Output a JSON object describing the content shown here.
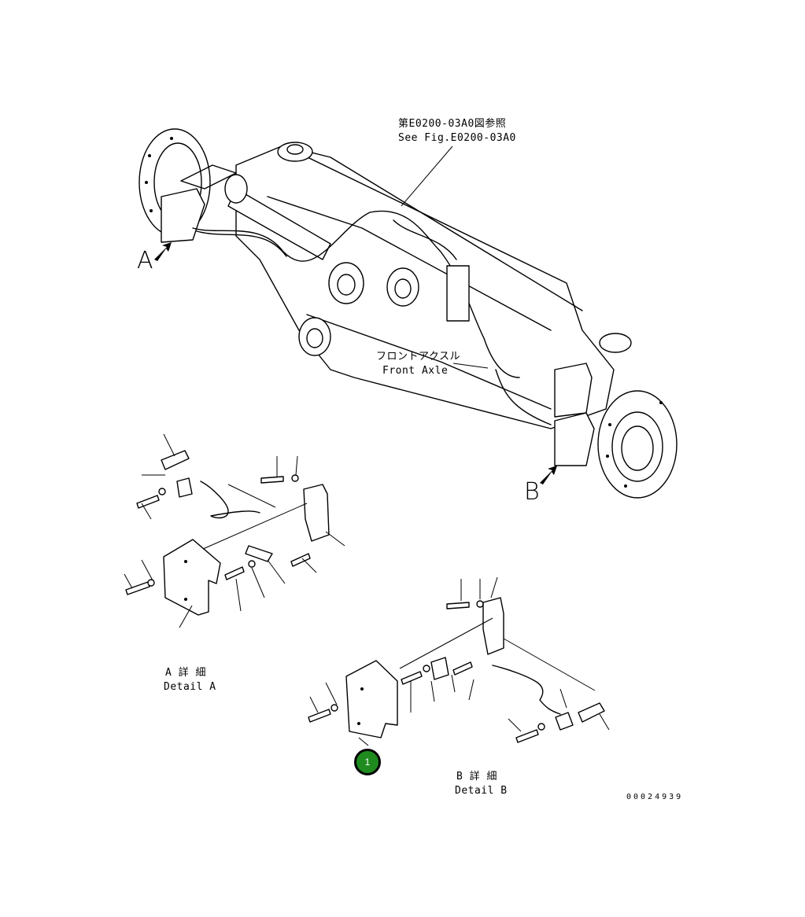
{
  "labels": {
    "ref_jp": "第E0200-03A0図参照",
    "ref_en": "See Fig.E0200-03A0",
    "axle_jp": "フロントアクスル",
    "axle_en": "Front Axle",
    "view_a": "A",
    "view_b": "B",
    "detail_a_jp": "A 詳 細",
    "detail_a_en": "Detail A",
    "detail_b_jp": "B 詳 細",
    "detail_b_en": "Detail B",
    "drawing_number": "00024939"
  },
  "callouts": [
    {
      "number": "1",
      "color": "#1f8b1f"
    }
  ]
}
